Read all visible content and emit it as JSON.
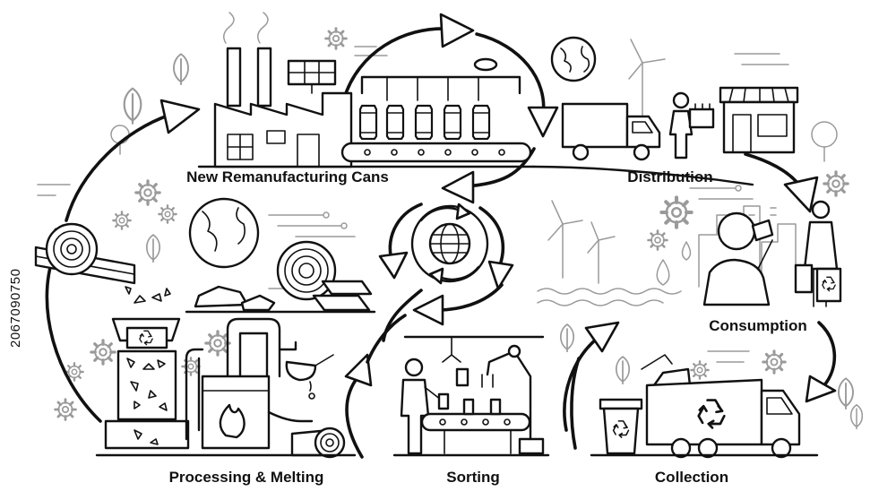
{
  "stages": {
    "remanufacturing": "New Remanufacturing Cans",
    "distribution": "Distribution",
    "consumption": "Consumption",
    "processing": "Processing & Melting",
    "sorting": "Sorting",
    "collection": "Collection"
  },
  "watermark": "2067090750",
  "icons": {
    "center": "globe-recycle-icon",
    "recycle": "recycle-symbol-icon"
  },
  "colors": {
    "line": "#111111",
    "background": "#ffffff",
    "decor": "#9a9a9a"
  }
}
